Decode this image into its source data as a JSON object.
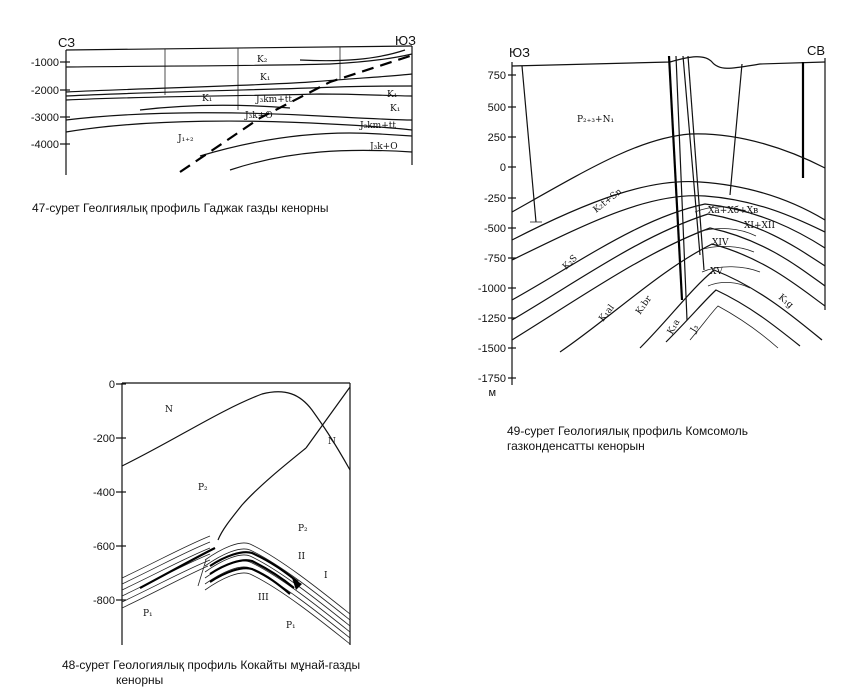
{
  "fig47": {
    "corner_left": "СЗ",
    "corner_right": "ЮЗ",
    "depths": [
      "-1000",
      "-2000",
      "-3000",
      "-4000"
    ],
    "labels": {
      "k2": "K₂",
      "k1_top": "K₁",
      "k1_left": "K₁",
      "j3_kmtt_top": "J₃km+tt",
      "j3_ko_top": "J₃k+O",
      "j12": "J₁₊₂",
      "k1_right": "K₁",
      "k1_right2": "K₁",
      "j3_kmtt_right": "J₃km+tt",
      "j3_ko_right": "J₃k+O"
    },
    "caption": "47-сурет  Геолгиялық профиль Гаджак газды кенорны"
  },
  "fig48": {
    "depths": [
      "0",
      "-200",
      "-400",
      "-600",
      "-800"
    ],
    "labels": {
      "n_top": "N",
      "n_right": "N",
      "p2_left": "P₂",
      "p2_right": "P₂",
      "p1_left": "P₁",
      "p1_right": "P₁",
      "horizon_1": "I",
      "horizon_2": "II",
      "horizon_3": "III"
    },
    "caption_line1": "48-сурет Геологиялық профиль Кокайты мұнай-газды",
    "caption_line2": "кенорны"
  },
  "fig49": {
    "corner_left": "ЮЗ",
    "corner_right": "СВ",
    "depths": [
      "750",
      "500",
      "250",
      "0",
      "-250",
      "-500",
      "-750",
      "-1000",
      "-1250",
      "-1500",
      "-1750"
    ],
    "unit": "м",
    "labels": {
      "pg_n": "P₂₊₃+N₁",
      "k2t_sn": "K₂t+Sn",
      "k2s": "K₂S",
      "k1al": "K₁al",
      "k1br": "K₁br",
      "k1a": "K₁a",
      "j3": "J₃",
      "k1g": "K₁g",
      "xa_xb": "Xa+Xб+Xв",
      "xi_xii": "XI+XII",
      "xiv": "XIV",
      "xv": "XV"
    },
    "caption_line1": "49-сурет Геологиялық профиль Комсомоль",
    "caption_line2": "газконденсатты кенорын"
  }
}
